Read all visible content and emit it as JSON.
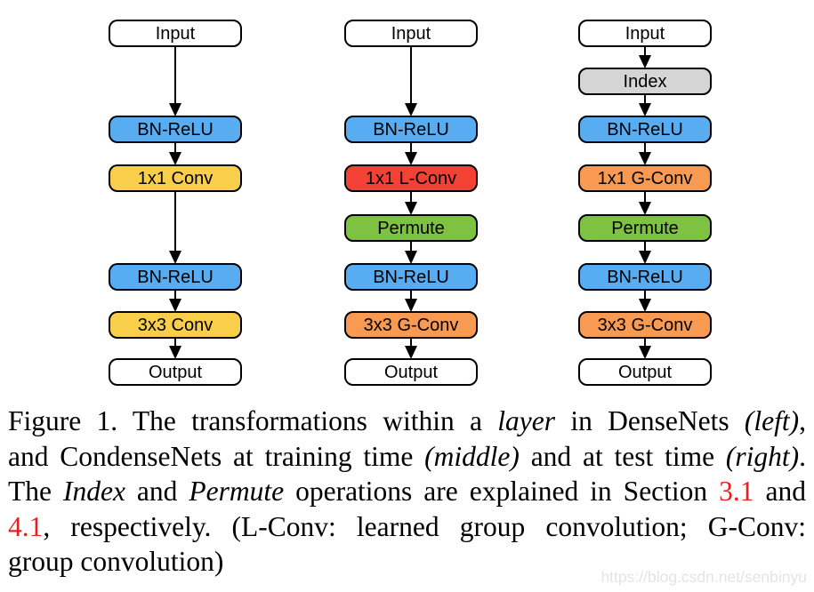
{
  "watermark": {
    "text": "https://blog.csdn.net/senbinyu"
  },
  "diagram": {
    "node_colors": {
      "plain": "#ffffff",
      "bn": "#58adf2",
      "conv": "#f9ce4b",
      "lconv": "#f34135",
      "gconv": "#f89a52",
      "permute": "#7dc241",
      "index": "#d5d5d5"
    },
    "columns": [
      {
        "name": "densenet-layer",
        "nodes": [
          {
            "label": "Input",
            "color": "plain",
            "row": 0
          },
          {
            "label": "BN-ReLU",
            "color": "bn",
            "row": 2
          },
          {
            "label": "1x1 Conv",
            "color": "conv",
            "row": 3
          },
          {
            "label": "BN-ReLU",
            "color": "bn",
            "row": 5
          },
          {
            "label": "3x3 Conv",
            "color": "conv",
            "row": 6
          },
          {
            "label": "Output",
            "color": "plain",
            "row": 7
          }
        ]
      },
      {
        "name": "condensenet-training-layer",
        "nodes": [
          {
            "label": "Input",
            "color": "plain",
            "row": 0
          },
          {
            "label": "BN-ReLU",
            "color": "bn",
            "row": 2
          },
          {
            "label": "1x1 L-Conv",
            "color": "lconv",
            "row": 3
          },
          {
            "label": "Permute",
            "color": "permute",
            "row": 4
          },
          {
            "label": "BN-ReLU",
            "color": "bn",
            "row": 5
          },
          {
            "label": "3x3 G-Conv",
            "color": "gconv",
            "row": 6
          },
          {
            "label": "Output",
            "color": "plain",
            "row": 7
          }
        ]
      },
      {
        "name": "condensenet-test-layer",
        "nodes": [
          {
            "label": "Input",
            "color": "plain",
            "row": 0
          },
          {
            "label": "Index",
            "color": "index",
            "row": 1
          },
          {
            "label": "BN-ReLU",
            "color": "bn",
            "row": 2
          },
          {
            "label": "1x1 G-Conv",
            "color": "gconv",
            "row": 3
          },
          {
            "label": "Permute",
            "color": "permute",
            "row": 4
          },
          {
            "label": "BN-ReLU",
            "color": "bn",
            "row": 5
          },
          {
            "label": "3x3 G-Conv",
            "color": "gconv",
            "row": 6
          },
          {
            "label": "Output",
            "color": "plain",
            "row": 7
          }
        ]
      }
    ]
  },
  "caption": {
    "line1": {
      "t1": "Figure 1. The transformations within a ",
      "i1": "layer",
      "t2": " in DenseNets ",
      "i2": "(left)",
      "t3": ","
    },
    "line2": {
      "t1": "and CondenseNets at training time ",
      "i1": "(middle)",
      "t2": " and at test time ",
      "i2": "(right)",
      "t3": "."
    },
    "line3": {
      "t1": "The ",
      "i1": "Index",
      "t2": " and ",
      "i2": "Permute",
      "t3": " operations are explained in Section ",
      "ref1": "3.1",
      "t4": " and"
    },
    "line4": {
      "ref1": "4.1",
      "t1": ", respectively.  (L-Conv:  learned group convolution; G-Conv:"
    },
    "line5": {
      "t1": "group convolution)"
    }
  }
}
